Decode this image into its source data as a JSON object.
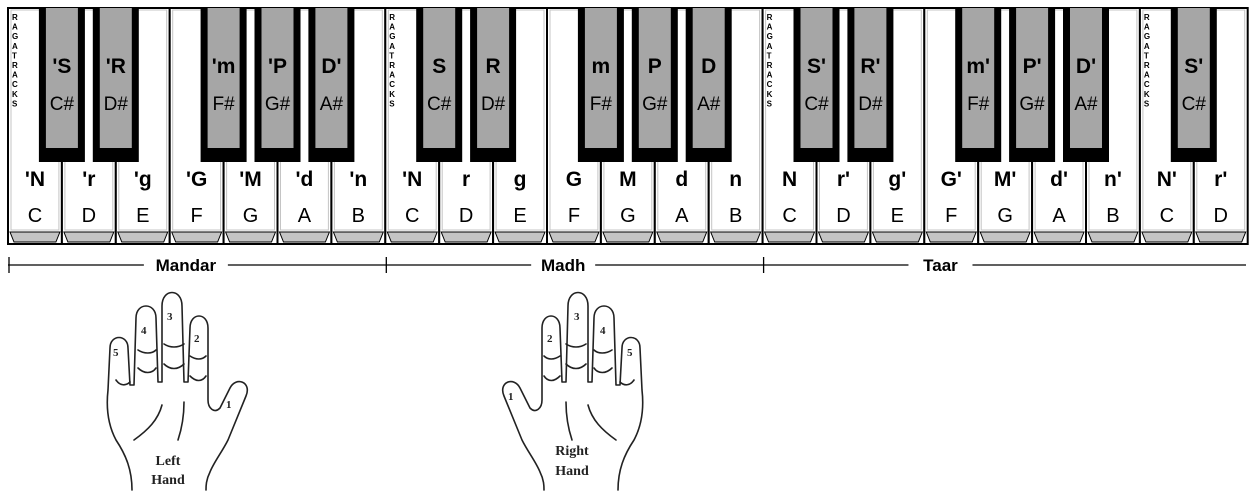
{
  "brand": "RAGATRACKS",
  "colors": {
    "black_key": "#000000",
    "black_key_inner": "#a6a6a6",
    "white_key": "#ffffff",
    "white_key_shade": "#c4c4c4",
    "outline": "#000000"
  },
  "white_keys": [
    {
      "sargam": "'N",
      "western": "C"
    },
    {
      "sargam": "'r",
      "western": "D"
    },
    {
      "sargam": "'g",
      "western": "E"
    },
    {
      "sargam": "'G",
      "western": "F"
    },
    {
      "sargam": "'M",
      "western": "G"
    },
    {
      "sargam": "'d",
      "western": "A"
    },
    {
      "sargam": "'n",
      "western": "B"
    },
    {
      "sargam": "'N",
      "western": "C"
    },
    {
      "sargam": "r",
      "western": "D"
    },
    {
      "sargam": "g",
      "western": "E"
    },
    {
      "sargam": "G",
      "western": "F"
    },
    {
      "sargam": "M",
      "western": "G"
    },
    {
      "sargam": "d",
      "western": "A"
    },
    {
      "sargam": "n",
      "western": "B"
    },
    {
      "sargam": "N",
      "western": "C"
    },
    {
      "sargam": "r'",
      "western": "D"
    },
    {
      "sargam": "g'",
      "western": "E"
    },
    {
      "sargam": "G'",
      "western": "F"
    },
    {
      "sargam": "M'",
      "western": "G"
    },
    {
      "sargam": "d'",
      "western": "A"
    },
    {
      "sargam": "n'",
      "western": "B"
    },
    {
      "sargam": "N'",
      "western": "C"
    },
    {
      "sargam": "r'",
      "western": "D"
    }
  ],
  "black_keys": [
    {
      "sargam": "'S",
      "western": "C#",
      "after_white": 0
    },
    {
      "sargam": "'R",
      "western": "D#",
      "after_white": 1
    },
    {
      "sargam": "'m",
      "western": "F#",
      "after_white": 3
    },
    {
      "sargam": "'P",
      "western": "G#",
      "after_white": 4
    },
    {
      "sargam": "D'",
      "western": "A#",
      "after_white": 5
    },
    {
      "sargam": "S",
      "western": "C#",
      "after_white": 7
    },
    {
      "sargam": "R",
      "western": "D#",
      "after_white": 8
    },
    {
      "sargam": "m",
      "western": "F#",
      "after_white": 10
    },
    {
      "sargam": "P",
      "western": "G#",
      "after_white": 11
    },
    {
      "sargam": "D",
      "western": "A#",
      "after_white": 12
    },
    {
      "sargam": "S'",
      "western": "C#",
      "after_white": 14
    },
    {
      "sargam": "R'",
      "western": "D#",
      "after_white": 15
    },
    {
      "sargam": "m'",
      "western": "F#",
      "after_white": 17
    },
    {
      "sargam": "P'",
      "western": "G#",
      "after_white": 18
    },
    {
      "sargam": "D'",
      "western": "A#",
      "after_white": 19
    },
    {
      "sargam": "S'",
      "western": "C#",
      "after_white": 21
    }
  ],
  "brand_positions_white_index": [
    0,
    7,
    14,
    21
  ],
  "octaves": [
    {
      "label": "Mandar"
    },
    {
      "label": "Madh"
    },
    {
      "label": "Taar"
    }
  ],
  "hands": {
    "left": {
      "line1": "Left",
      "line2": "Hand",
      "fingers": [
        "1",
        "2",
        "3",
        "4",
        "5"
      ]
    },
    "right": {
      "line1": "Right",
      "line2": "Hand",
      "fingers": [
        "1",
        "2",
        "3",
        "4",
        "5"
      ]
    }
  }
}
